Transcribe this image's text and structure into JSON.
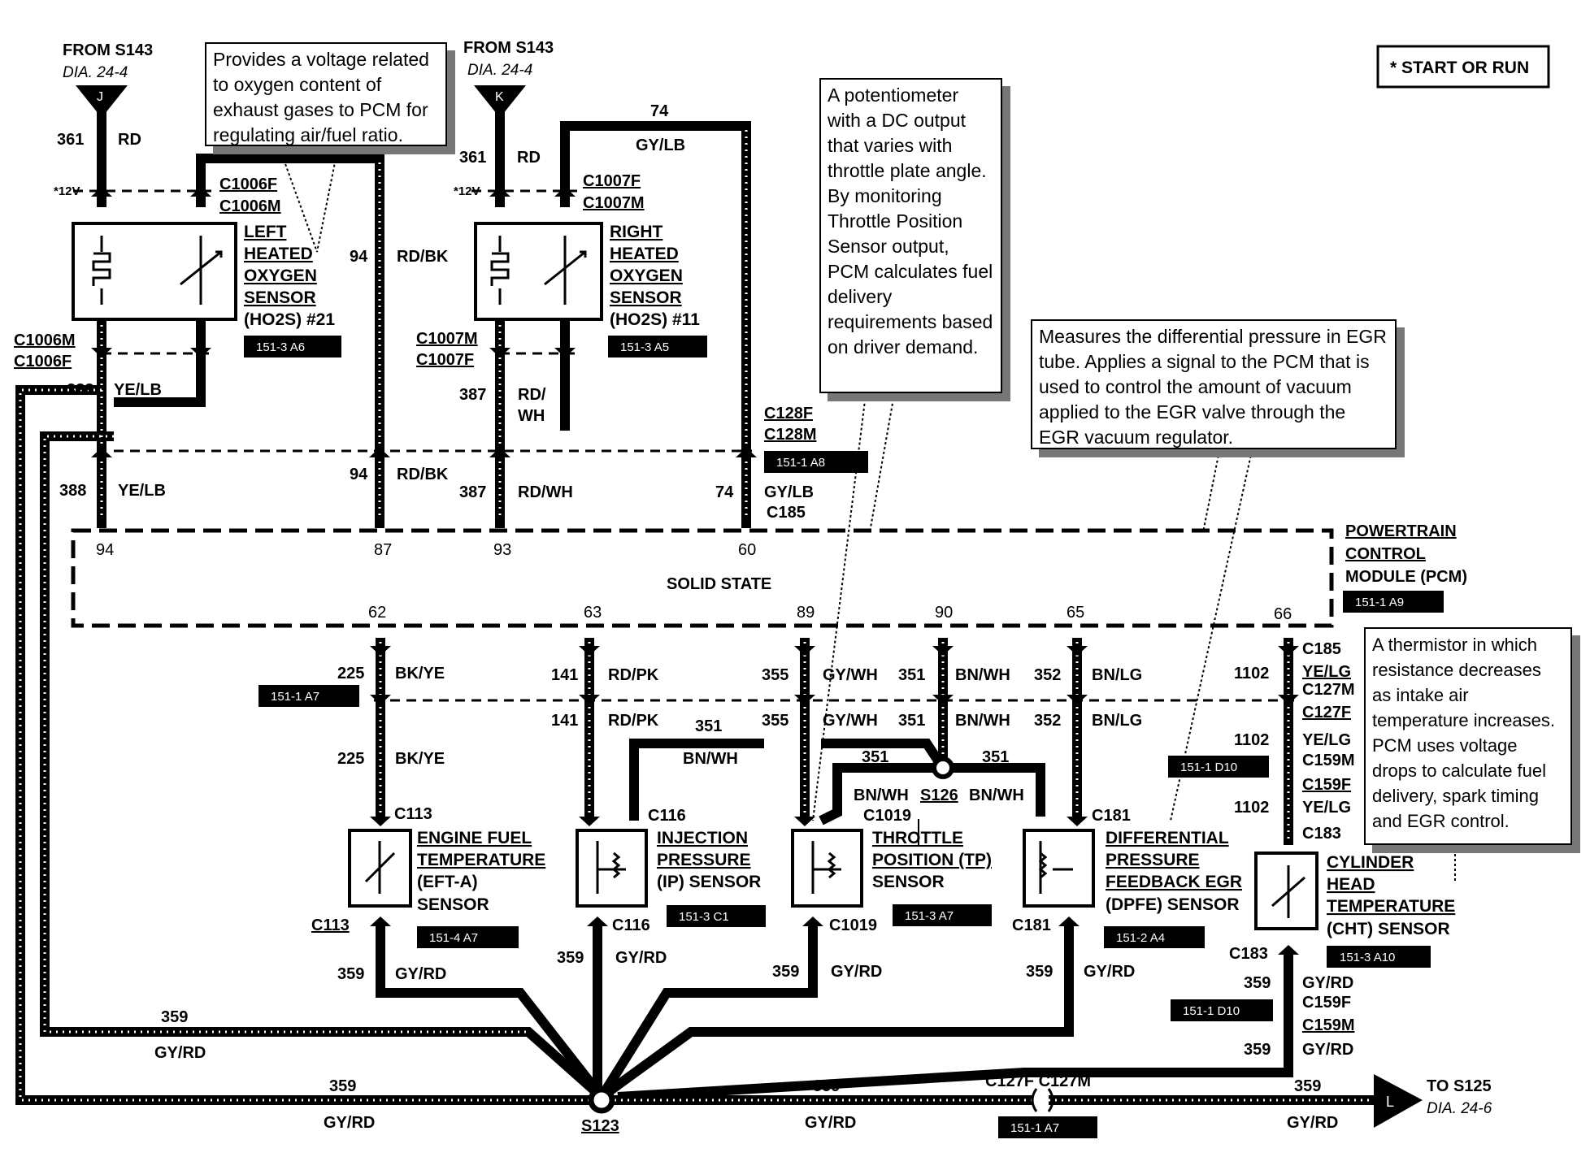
{
  "legend": {
    "start_or_run": "* START OR RUN"
  },
  "sources": {
    "left_from": "FROM S143",
    "left_dia": "DIA. 24-4",
    "left_pin": "J",
    "right_from": "FROM S143",
    "right_dia": "DIA. 24-4",
    "right_pin": "K",
    "to": "TO S125",
    "to_dia": "DIA. 24-6",
    "to_pin": "L"
  },
  "callouts": {
    "ho2s": "Provides a voltage related to oxygen content of exhaust gases to PCM for regulating air/fuel ratio.",
    "tp": "A potentiometer with a DC output that varies with throttle plate angle. By monitoring Throttle Position Sensor output, PCM calculates fuel delivery requirements based on driver demand.",
    "dpfe": "Measures the differential pressure in EGR tube. Applies a signal to the PCM that is used to control the amount of vacuum applied to the EGR valve through the EGR vacuum regulator.",
    "cht": "A thermistor in which resistance decreases as intake air temperature increases. PCM uses voltage drops to calculate fuel delivery, spark timing and EGR control."
  },
  "pcm": {
    "title1": "POWERTRAIN",
    "title2": "CONTROL",
    "title3": "MODULE (PCM)",
    "ref": "151-1 A9",
    "state": "SOLID STATE",
    "pins_top": [
      "94",
      "87",
      "93",
      "60"
    ],
    "pins_bottom": [
      "62",
      "63",
      "89",
      "90",
      "65",
      "66"
    ]
  },
  "sensors": {
    "left_ho2s": [
      "LEFT",
      "HEATED",
      "OXYGEN",
      "SENSOR",
      "(HO2S) #21"
    ],
    "left_ho2s_ref": "151-3 A6",
    "right_ho2s": [
      "RIGHT",
      "HEATED",
      "OXYGEN",
      "SENSOR",
      "(HO2S) #11"
    ],
    "right_ho2s_ref": "151-3 A5",
    "eft": [
      "ENGINE FUEL",
      "TEMPERATURE",
      "(EFT-A)",
      "SENSOR"
    ],
    "eft_ref": "151-4 A7",
    "ip": [
      "INJECTION",
      "PRESSURE",
      "(IP) SENSOR"
    ],
    "ip_ref": "151-3 C1",
    "tp": [
      "THROTTLE",
      "POSITION (TP)",
      "SENSOR"
    ],
    "tp_ref": "151-3 A7",
    "dpfe": [
      "DIFFERENTIAL",
      "PRESSURE",
      "FEEDBACK EGR",
      "(DPFE) SENSOR"
    ],
    "dpfe_ref": "151-2 A4",
    "cht": [
      "CYLINDER",
      "HEAD",
      "TEMPERATURE",
      "(CHT) SENSOR"
    ],
    "cht_ref": "151-3 A10"
  },
  "connectors": {
    "c1006f": "C1006F",
    "c1006m": "C1006M",
    "c1007f": "C1007F",
    "c1007m": "C1007M",
    "c128f": "C128F",
    "c128m": "C128M",
    "c128_ref": "151-1 A8",
    "c185": "C185",
    "c113": "C113",
    "c116": "C116",
    "c1019": "C1019",
    "c181": "C181",
    "c183": "C183",
    "c127m": "C127M",
    "c127f": "C127F",
    "c159m": "C159M",
    "c159f": "C159F",
    "c127_ref_top": "151-1 A7",
    "c127_ref_bottom": "151-1 A7",
    "d10_a": "151-1 D10",
    "d10_b": "151-1 D10",
    "s123": "S123",
    "s126": "S126",
    "c127_pair": "C127F C127M",
    "v12": "*12V"
  },
  "wires": {
    "w361": "361",
    "rd": "RD",
    "w74": "74",
    "gylb": "GY/LB",
    "w94": "94",
    "rdbk": "RD/BK",
    "w388": "388",
    "yelb": "YE/LB",
    "w387": "387",
    "rdwh": "RD/WH",
    "rd_split1": "RD/",
    "rd_split2": "WH",
    "w225": "225",
    "bkye": "BK/YE",
    "w141": "141",
    "rdpk": "RD/PK",
    "w355": "355",
    "gywh": "GY/WH",
    "w351": "351",
    "bnwh": "BN/WH",
    "w352": "352",
    "bnlg": "BN/LG",
    "w1102": "1102",
    "yelg": "YE/LG",
    "w359": "359",
    "gyrd": "GY/RD"
  }
}
